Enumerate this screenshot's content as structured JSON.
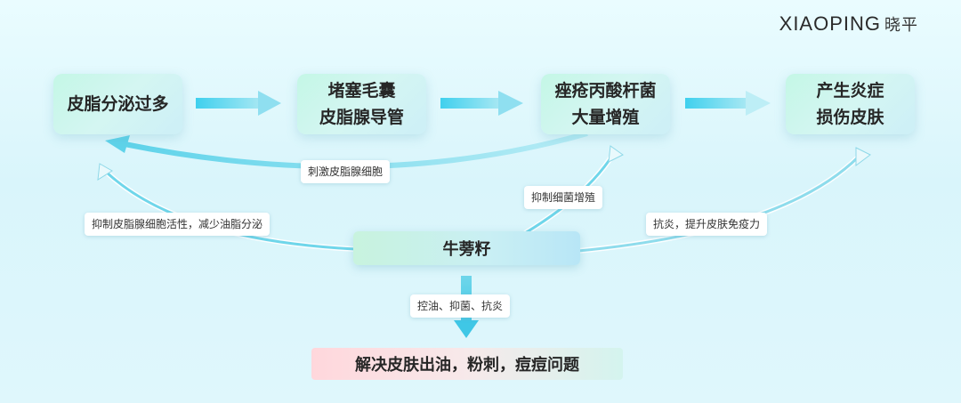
{
  "brand": {
    "name": "XIAOPING",
    "sub": "晓平"
  },
  "nodes": {
    "n1": "皮脂分泌过多",
    "n2": "堵塞毛囊\n皮脂腺导管",
    "n3": "痤疮丙酸杆菌\n大量增殖",
    "n4": "产生炎症\n损伤皮肤"
  },
  "center": "牛蒡籽",
  "result": "解决皮肤出油，粉刺，痘痘问题",
  "labels": {
    "stimulate": "刺激皮脂腺细胞",
    "inhibit_bacteria": "抑制细菌增殖",
    "inhibit_sebum": "抑制皮脂腺细胞活性，减少油脂分泌",
    "anti_inflammatory": "抗炎，提升皮肤免疫力",
    "down": "控油、抑菌、抗炎"
  },
  "colors": {
    "arrow": "#5fd3ea",
    "arrow_light": "#bfeef6",
    "node_gradient_start": "#c4f7e6",
    "result_start": "#ffd7dc"
  }
}
